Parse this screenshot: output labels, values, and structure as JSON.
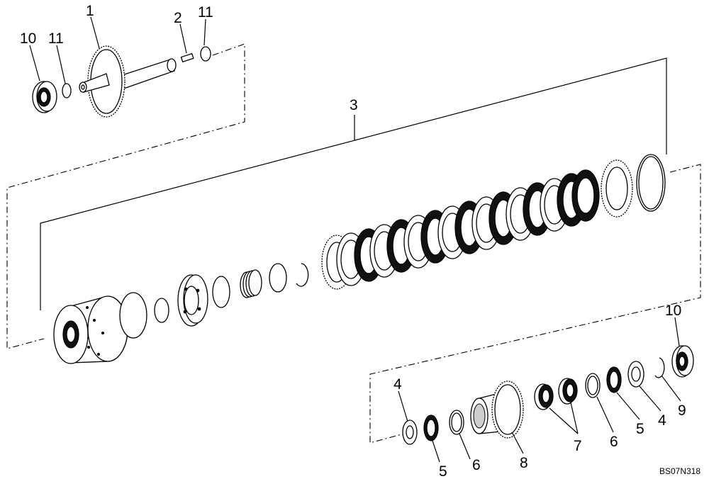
{
  "diagram": {
    "callouts": {
      "c1": "1",
      "c2": "2",
      "c3": "3",
      "c4a": "4",
      "c4b": "4",
      "c5a": "5",
      "c5b": "5",
      "c6a": "6",
      "c6b": "6",
      "c7": "7",
      "c8": "8",
      "c9": "9",
      "c10a": "10",
      "c10b": "10",
      "c11a": "11",
      "c11b": "11"
    },
    "reference_code": "BS07N318",
    "colors": {
      "line": "#000000",
      "background": "#ffffff"
    }
  }
}
